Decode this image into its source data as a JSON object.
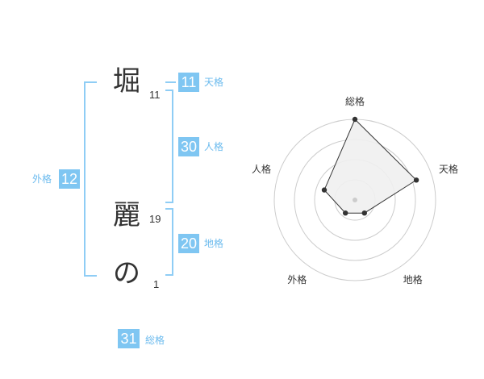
{
  "name_chars": [
    {
      "char": "堀",
      "strokes": "11"
    },
    {
      "char": "麗",
      "strokes": "19"
    },
    {
      "char": "の",
      "strokes": "1"
    }
  ],
  "fortunes": {
    "tenkaku": {
      "label": "天格",
      "value": "11"
    },
    "jinkaku": {
      "label": "人格",
      "value": "30"
    },
    "chikaku": {
      "label": "地格",
      "value": "20"
    },
    "gaikaku": {
      "label": "外格",
      "value": "12"
    },
    "soukaku": {
      "label": "総格",
      "value": "31"
    }
  },
  "chart_data": {
    "type": "radar",
    "axes": [
      "総格",
      "天格",
      "地格",
      "外格",
      "人格"
    ],
    "values": [
      5,
      4,
      1,
      1,
      2
    ],
    "max": 5,
    "rings": 4,
    "colors": {
      "fill": "#f0f0f0",
      "line": "#333333",
      "ring": "#cccccc",
      "point": "#333333",
      "center": "#cccccc"
    }
  }
}
